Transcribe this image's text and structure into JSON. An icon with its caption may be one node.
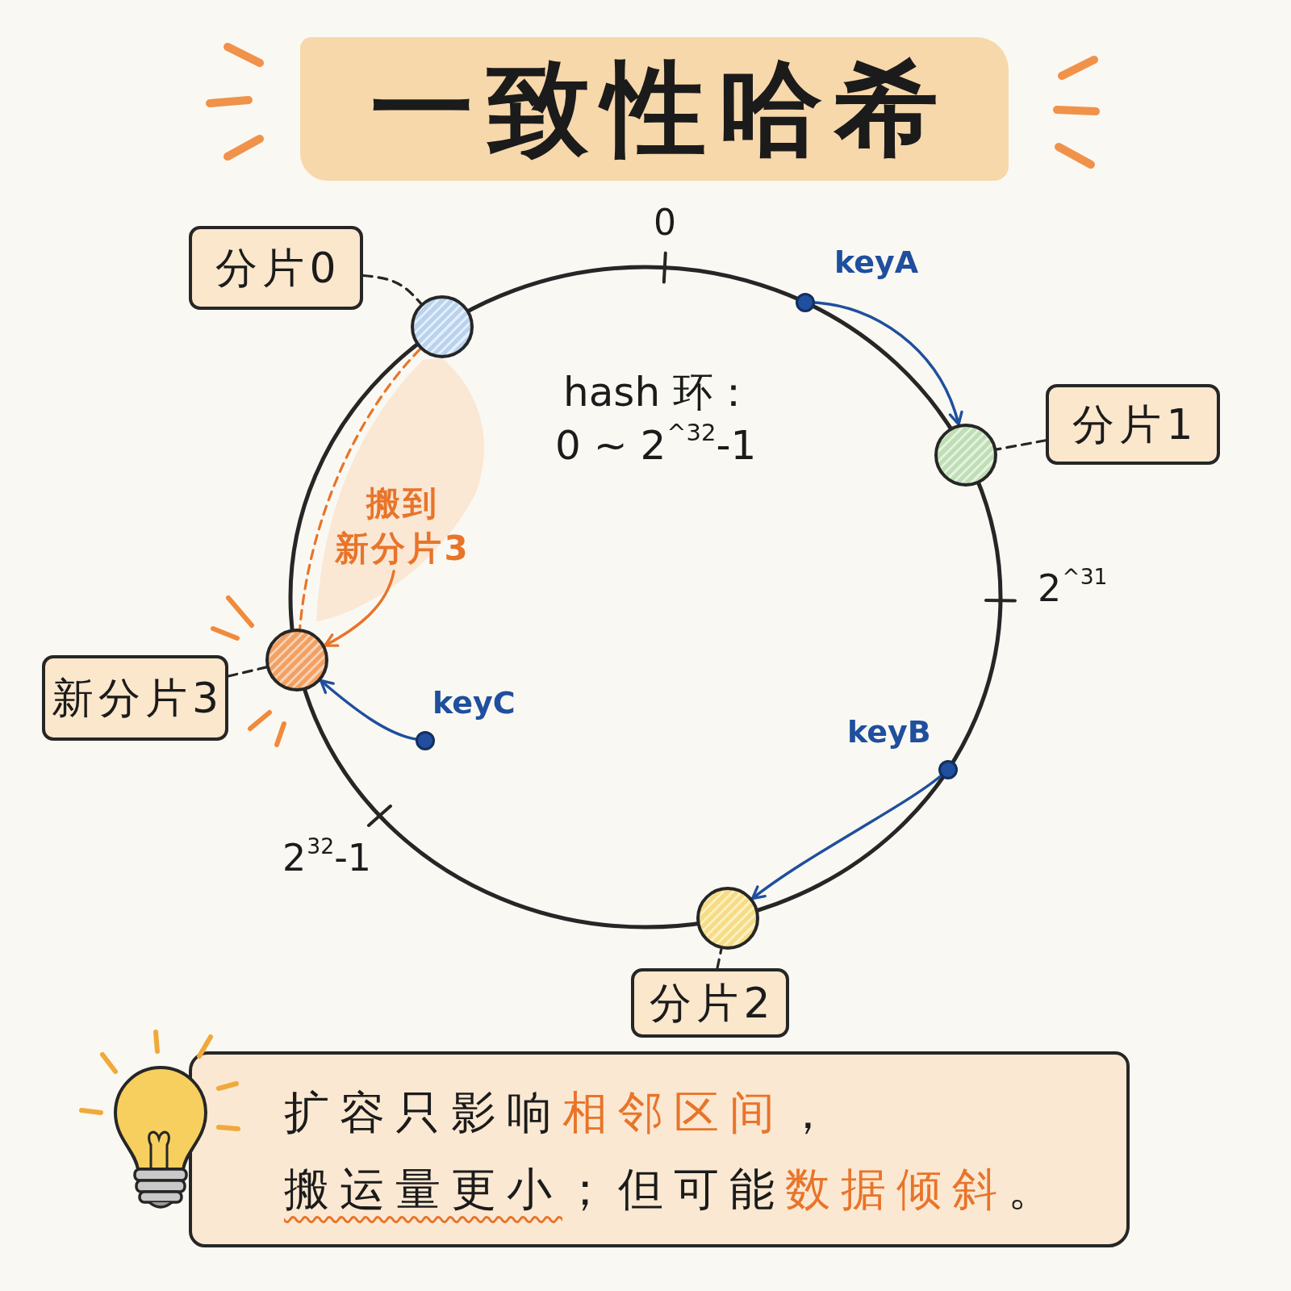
{
  "diagram": {
    "title": "一致性哈希",
    "nodes": [
      {
        "text": [
          "分片0"
        ]
      },
      {
        "text": [],
        "shape": "circle"
      },
      {
        "text": [],
        "shape": "circle",
        "beside": [
          "keyA"
        ]
      },
      {
        "text": [
          "分片1"
        ]
      },
      {
        "text": [],
        "shape": "circle"
      },
      {
        "text": [
          "搬到",
          "新分片3"
        ]
      },
      {
        "text": [
          "新分片3"
        ]
      },
      {
        "text": [],
        "shape": "circle"
      },
      {
        "text": [],
        "shape": "circle",
        "beside": [
          "keyC"
        ]
      },
      {
        "text": [],
        "shape": "circle",
        "beside": [
          "keyB"
        ]
      },
      {
        "text": [],
        "shape": "circle"
      },
      {
        "text": [
          "分片2"
        ]
      },
      {
        "text": [
          "扩容只影响**相邻区间**，",
          "*搬运量更小*；但可能**数据倾斜**。"
        ]
      }
    ],
    "edges": [
      {
        "from": 0,
        "to": 1,
        "arrow": "none",
        "style": "dashed"
      },
      {
        "from": 2,
        "to": 4,
        "arrow": "to",
        "color": "#1f4f9e"
      },
      {
        "from": 3,
        "to": 4,
        "arrow": "none",
        "style": "dashed"
      },
      {
        "from": 1,
        "to": 7,
        "arrow": "none",
        "style": "dashed",
        "color": "#e8742a"
      },
      {
        "from": 5,
        "to": 7,
        "arrow": "to",
        "color": "#e8742a"
      },
      {
        "from": 8,
        "to": 7,
        "arrow": "to",
        "color": "#1f4f9e"
      },
      {
        "from": 6,
        "to": 7,
        "arrow": "none",
        "style": "dashed"
      },
      {
        "from": 9,
        "to": 10,
        "arrow": "to",
        "color": "#1f4f9e"
      },
      {
        "from": 11,
        "to": 10,
        "arrow": "none",
        "style": "dashed"
      }
    ],
    "labels": [
      "0",
      "hash 环：",
      "0 ~ 2$^{^32}$-1",
      "2$^{^31}$",
      "2$^{32}$-1"
    ]
  }
}
